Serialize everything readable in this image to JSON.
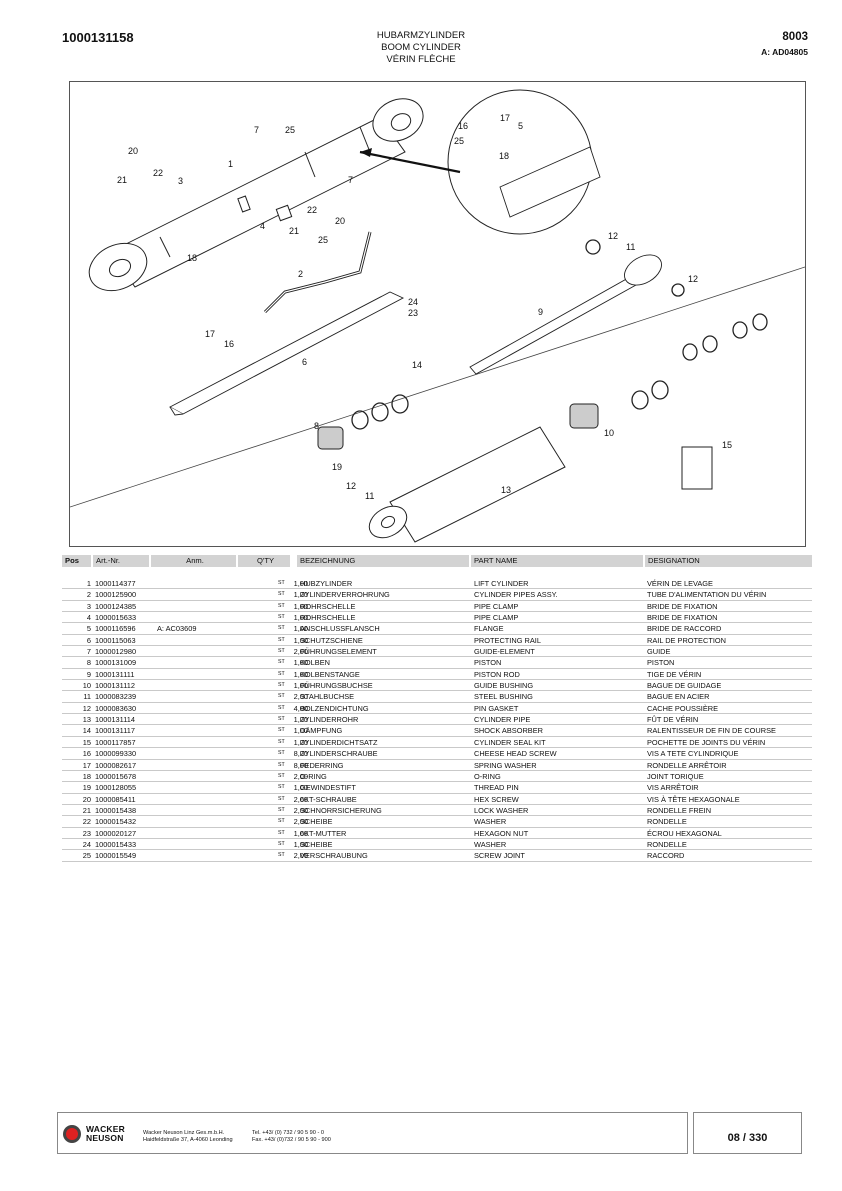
{
  "header": {
    "doc_number": "1000131158",
    "title_lines": [
      "HUBARMZYLINDER",
      "BOOM CYLINDER",
      "VÉRIN FLÈCHE"
    ],
    "group_number": "8003",
    "reference": "A: AD04805"
  },
  "drawing": {
    "callouts": [
      "1",
      "2",
      "3",
      "4",
      "5",
      "6",
      "7",
      "7",
      "8",
      "9",
      "10",
      "11",
      "11",
      "12",
      "12",
      "12",
      "13",
      "14",
      "15",
      "16",
      "16",
      "17",
      "17",
      "18",
      "18",
      "19",
      "20",
      "20",
      "21",
      "21",
      "22",
      "22",
      "23",
      "24",
      "25",
      "25",
      "25"
    ]
  },
  "table": {
    "headers": {
      "pos": "Pos",
      "art": "Art.-Nr.",
      "anm": "Anm.",
      "qty": "Q'TY",
      "de": "BEZEICHNUNG",
      "en": "PART NAME",
      "fr": "DESIGNATION"
    },
    "rows": [
      {
        "pos": "1",
        "art": "1000114377",
        "anm": "",
        "qty": "1,00",
        "unit": "ST",
        "de": "HUBZYLINDER",
        "en": "LIFT CYLINDER",
        "fr": "VÉRIN DE LEVAGE"
      },
      {
        "pos": "2",
        "art": "1000125900",
        "anm": "",
        "qty": "1,00",
        "unit": "ST",
        "de": "ZYLINDERVERROHRUNG",
        "en": "CYLINDER PIPES ASSY.",
        "fr": "TUBE D'ALIMENTATION DU VÉRIN"
      },
      {
        "pos": "3",
        "art": "1000124385",
        "anm": "",
        "qty": "1,00",
        "unit": "ST",
        "de": "ROHRSCHELLE",
        "en": "PIPE CLAMP",
        "fr": "BRIDE DE FIXATION"
      },
      {
        "pos": "4",
        "art": "1000015633",
        "anm": "",
        "qty": "1,00",
        "unit": "ST",
        "de": "ROHRSCHELLE",
        "en": "PIPE CLAMP",
        "fr": "BRIDE DE FIXATION"
      },
      {
        "pos": "5",
        "art": "1000116596",
        "anm": "A: AC03609",
        "qty": "1,00",
        "unit": "ST",
        "de": "ANSCHLUSSFLANSCH",
        "en": "FLANGE",
        "fr": "BRIDE DE RACCORD"
      },
      {
        "pos": "6",
        "art": "1000115063",
        "anm": "",
        "qty": "1,00",
        "unit": "ST",
        "de": "SCHUTZSCHIENE",
        "en": "PROTECTING RAIL",
        "fr": "RAIL DE PROTECTION"
      },
      {
        "pos": "7",
        "art": "1000012980",
        "anm": "",
        "qty": "2,00",
        "unit": "ST",
        "de": "FÜHRUNGSELEMENT",
        "en": "GUIDE-ELEMENT",
        "fr": "GUIDE"
      },
      {
        "pos": "8",
        "art": "1000131009",
        "anm": "",
        "qty": "1,00",
        "unit": "ST",
        "de": "KOLBEN",
        "en": "PISTON",
        "fr": "PISTON"
      },
      {
        "pos": "9",
        "art": "1000131111",
        "anm": "",
        "qty": "1,00",
        "unit": "ST",
        "de": "KOLBENSTANGE",
        "en": "PISTON ROD",
        "fr": "TIGE DE VÉRIN"
      },
      {
        "pos": "10",
        "art": "1000131112",
        "anm": "",
        "qty": "1,00",
        "unit": "ST",
        "de": "FÜHRUNGSBUCHSE",
        "en": "GUIDE BUSHING",
        "fr": "BAGUE DE GUIDAGE"
      },
      {
        "pos": "11",
        "art": "1000083239",
        "anm": "",
        "qty": "2,00",
        "unit": "ST",
        "de": "STAHLBUCHSE",
        "en": "STEEL BUSHING",
        "fr": "BAGUE EN ACIER"
      },
      {
        "pos": "12",
        "art": "1000083630",
        "anm": "",
        "qty": "4,00",
        "unit": "ST",
        "de": "BOLZENDICHTUNG",
        "en": "PIN GASKET",
        "fr": "CACHE POUSSIÈRE"
      },
      {
        "pos": "13",
        "art": "1000131114",
        "anm": "",
        "qty": "1,00",
        "unit": "ST",
        "de": "ZYLINDERROHR",
        "en": "CYLINDER PIPE",
        "fr": "FÛT DE VÉRIN"
      },
      {
        "pos": "14",
        "art": "1000131117",
        "anm": "",
        "qty": "1,00",
        "unit": "ST",
        "de": "DÄMPFUNG",
        "en": "SHOCK ABSORBER",
        "fr": "RALENTISSEUR DE FIN DE COURSE"
      },
      {
        "pos": "15",
        "art": "1000117857",
        "anm": "",
        "qty": "1,00",
        "unit": "ST",
        "de": "ZYLINDERDICHTSATZ",
        "en": "CYLINDER SEAL KIT",
        "fr": "POCHETTE DE JOINTS DU VÉRIN"
      },
      {
        "pos": "16",
        "art": "1000099330",
        "anm": "",
        "qty": "8,00",
        "unit": "ST",
        "de": "ZYLINDERSCHRAUBE",
        "en": "CHEESE HEAD SCREW",
        "fr": "VIS A TETE CYLINDRIQUE"
      },
      {
        "pos": "17",
        "art": "1000082617",
        "anm": "",
        "qty": "8,00",
        "unit": "ST",
        "de": "FEDERRING",
        "en": "SPRING WASHER",
        "fr": "RONDELLE ARRÊTOIR"
      },
      {
        "pos": "18",
        "art": "1000015678",
        "anm": "",
        "qty": "2,00",
        "unit": "ST",
        "de": "O-RING",
        "en": "O-RING",
        "fr": "JOINT TORIQUE"
      },
      {
        "pos": "19",
        "art": "1000128055",
        "anm": "",
        "qty": "1,00",
        "unit": "ST",
        "de": "GEWINDESTIFT",
        "en": "THREAD PIN",
        "fr": "VIS ARRÊTOIR"
      },
      {
        "pos": "20",
        "art": "1000085411",
        "anm": "",
        "qty": "2,00",
        "unit": "ST",
        "de": "6KT-SCHRAUBE",
        "en": "HEX SCREW",
        "fr": "VIS À TÊTE HEXAGONALE"
      },
      {
        "pos": "21",
        "art": "1000015438",
        "anm": "",
        "qty": "2,00",
        "unit": "ST",
        "de": "SCHNORRSICHERUNG",
        "en": "LOCK WASHER",
        "fr": "RONDELLE FREIN"
      },
      {
        "pos": "22",
        "art": "1000015432",
        "anm": "",
        "qty": "2,00",
        "unit": "ST",
        "de": "SCHEIBE",
        "en": "WASHER",
        "fr": "RONDELLE"
      },
      {
        "pos": "23",
        "art": "1000020127",
        "anm": "",
        "qty": "1,00",
        "unit": "ST",
        "de": "6KT-MUTTER",
        "en": "HEXAGON NUT",
        "fr": "ÉCROU HEXAGONAL"
      },
      {
        "pos": "24",
        "art": "1000015433",
        "anm": "",
        "qty": "1,00",
        "unit": "ST",
        "de": "SCHEIBE",
        "en": "WASHER",
        "fr": "RONDELLE"
      },
      {
        "pos": "25",
        "art": "1000015549",
        "anm": "",
        "qty": "2,00",
        "unit": "ST",
        "de": "VERSCHRAUBUNG",
        "en": "SCREW JOINT",
        "fr": "RACCORD"
      }
    ]
  },
  "footer": {
    "logo_line1": "WACKER",
    "logo_line2": "NEUSON",
    "company_line1": "Wacker Neuson Linz  Ges.m.b.H.",
    "company_line2": "Haidfeldstraße 37, A-4060 Leonding",
    "tel": "Tel. +43/ (0) 732 / 90 5 90 - 0",
    "fax": "Fax. +43/ (0)732 / 90 5 90 - 900",
    "page": "08 / 330"
  }
}
